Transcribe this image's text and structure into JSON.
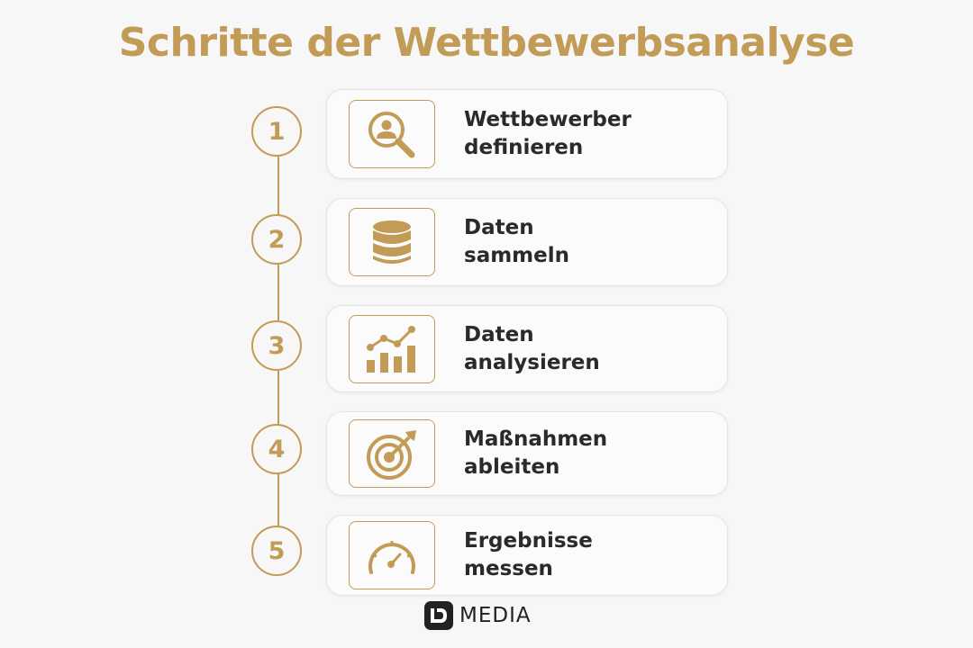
{
  "title": "Schritte der Wettbewerbsanalyse",
  "accent_color": "#c29b57",
  "steps": [
    {
      "number": "1",
      "line1": "Wettbewerber",
      "line2": "definieren",
      "icon": "search-person-icon"
    },
    {
      "number": "2",
      "line1": "Daten",
      "line2": "sammeln",
      "icon": "database-icon"
    },
    {
      "number": "3",
      "line1": "Daten",
      "line2": "analysieren",
      "icon": "chart-icon"
    },
    {
      "number": "4",
      "line1": "Maßnahmen",
      "line2": "ableiten",
      "icon": "target-icon"
    },
    {
      "number": "5",
      "line1": "Ergebnisse",
      "line2": "messen",
      "icon": "gauge-icon"
    }
  ],
  "logo": {
    "text": "MEDIA"
  }
}
